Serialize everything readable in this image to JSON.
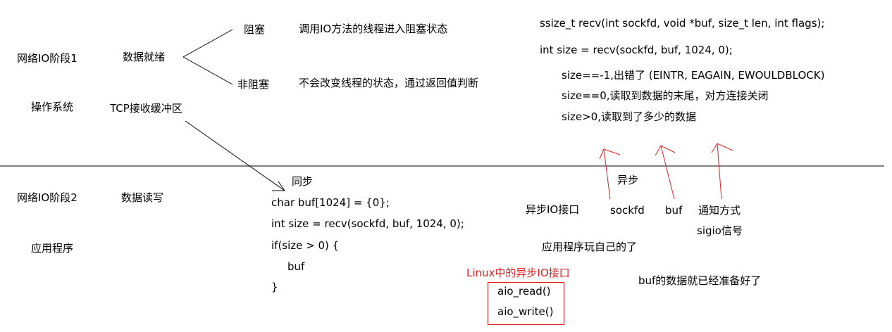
{
  "colors": {
    "text": "#000000",
    "accent_red": "#e02020",
    "line": "#000000"
  },
  "stage1": {
    "title": "网络IO阶段1",
    "os_label": "操作系统",
    "data_ready": "数据就绪",
    "tcp_buffer": "TCP接收缓冲区",
    "blocking": {
      "label": "阻塞",
      "desc": "调用IO方法的线程进入阻塞状态"
    },
    "nonblocking": {
      "label": "非阻塞",
      "desc": "不会改变线程的状态，通过返回值判断"
    }
  },
  "recv_info": {
    "signature": "ssize_t recv(int sockfd, void *buf, size_t len, int flags);",
    "call": "int size = recv(sockfd, buf, 1024, 0);",
    "cases": [
      "size==-1,出错了 (EINTR, EAGAIN, EWOULDBLOCK)",
      "size==0,读取到数据的末尾，对方连接关闭",
      "size>0,读取到了多少的数据"
    ]
  },
  "stage2": {
    "title": "网络IO阶段2",
    "app_label": "应用程序",
    "data_rw": "数据读写",
    "sync_label": "同步",
    "code": [
      "char buf[1024] = {0};",
      "int size = recv(sockfd, buf, 1024, 0);",
      "if(size > 0) {",
      "buf",
      "}"
    ]
  },
  "async": {
    "label": "异步",
    "interface": "异步IO接口",
    "params": [
      "sockfd",
      "buf",
      "通知方式"
    ],
    "sigio": "sigio信号",
    "app_self": "应用程序玩自己的了",
    "buf_ready": "buf的数据就已经准备好了",
    "linux_title": "Linux中的异步IO接口",
    "linux_funcs": [
      "aio_read()",
      "aio_write()"
    ]
  }
}
